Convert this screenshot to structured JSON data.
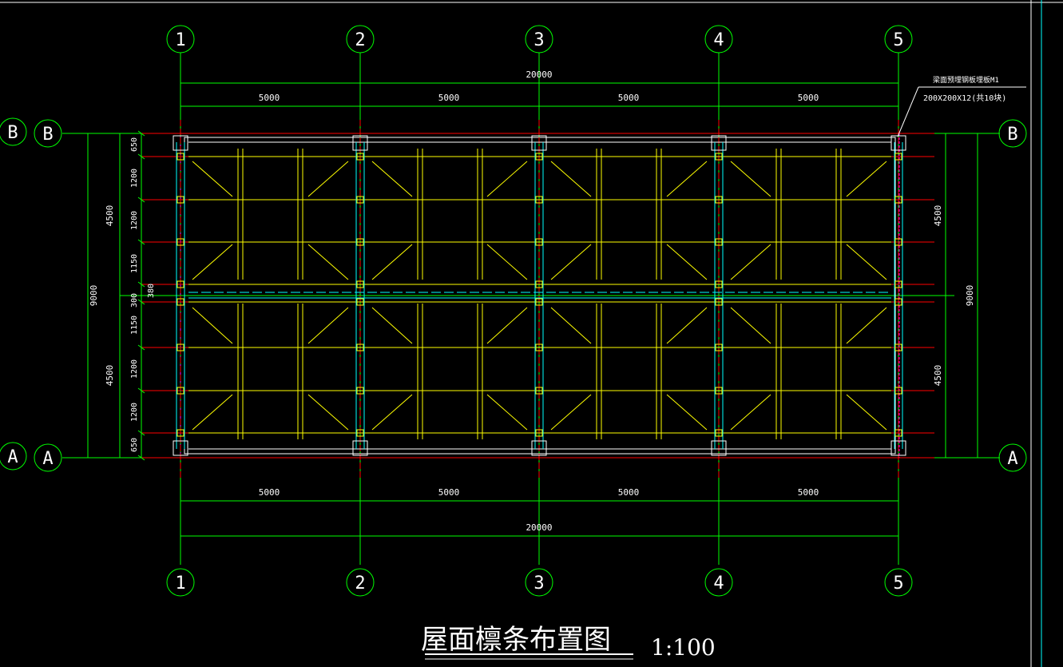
{
  "drawing": {
    "title": "屋面檩条布置图",
    "scale": "1:100",
    "callout": {
      "line1": "梁面预埋钢板埋板M1",
      "line2": "200X200X12(共10块)"
    }
  },
  "grid": {
    "columns": [
      "1",
      "2",
      "3",
      "4",
      "5"
    ],
    "rows": [
      "B",
      "A"
    ]
  },
  "dimensions": {
    "total_width": "20000",
    "bay_widths": [
      "5000",
      "5000",
      "5000",
      "5000"
    ],
    "total_depth": "9000",
    "half_depths": [
      "4500",
      "4500"
    ],
    "purlin_spacings_left": [
      "650",
      "1200",
      "1200",
      "1150",
      "300",
      "1150",
      "1200",
      "1200",
      "650"
    ],
    "ridge_gap": "380"
  },
  "colors": {
    "background": "#000000",
    "axis": "#00ff00",
    "purlin": "#ffff00",
    "beam": "#00ffff",
    "grid_mark": "#ff0000",
    "hatch": "#ff00ff",
    "text": "#ffffff"
  }
}
